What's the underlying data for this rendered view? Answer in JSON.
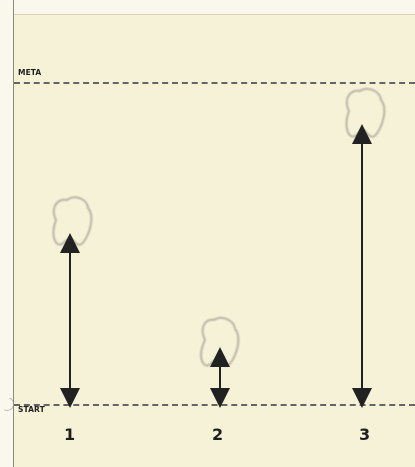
{
  "labels": {
    "meta": "META",
    "start": "START"
  },
  "lanes": [
    {
      "label": "1"
    },
    {
      "label": "2"
    },
    {
      "label": "3"
    }
  ],
  "colors": {
    "background": "#f6f2d8",
    "frame": "#faf8ec",
    "dash": "#666666",
    "arrow": "#222222",
    "footprint": "#bbb7a6"
  },
  "icons": {
    "footprint": "footprint-icon",
    "arrow": "double-arrow-icon"
  }
}
